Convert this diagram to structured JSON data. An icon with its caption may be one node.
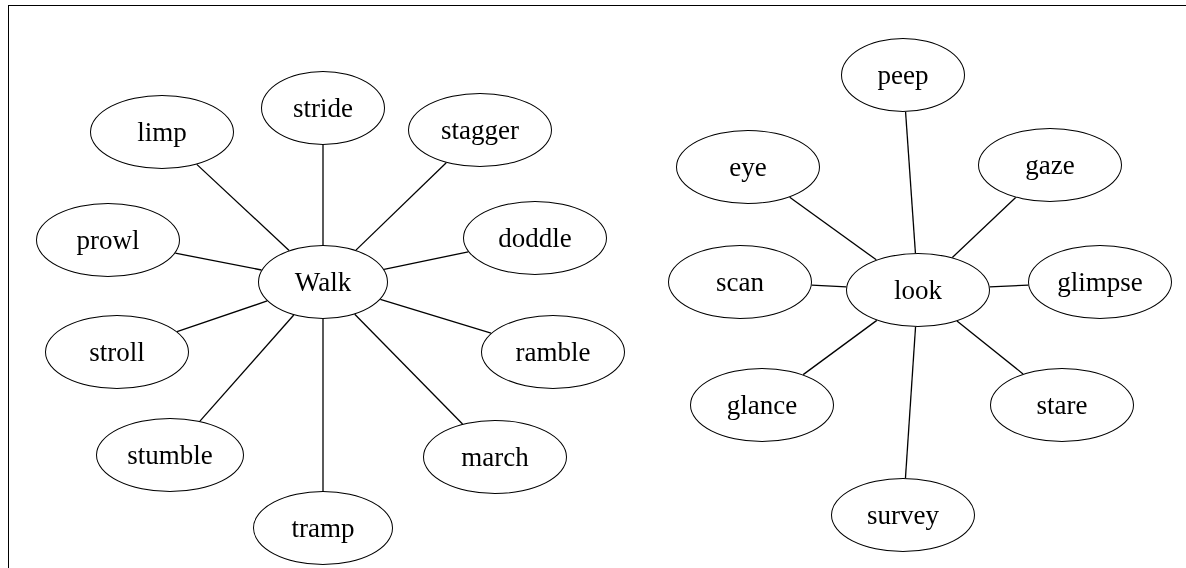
{
  "diagram": {
    "nodes": [
      {
        "text": [
          "Walk"
        ]
      },
      {
        "text": [
          "stride"
        ]
      },
      {
        "text": [
          "limp"
        ]
      },
      {
        "text": [
          "stagger"
        ]
      },
      {
        "text": [
          "prowl"
        ]
      },
      {
        "text": [
          "doddle"
        ]
      },
      {
        "text": [
          "stroll"
        ]
      },
      {
        "text": [
          "ramble"
        ]
      },
      {
        "text": [
          "stumble"
        ]
      },
      {
        "text": [
          "march"
        ]
      },
      {
        "text": [
          "tramp"
        ]
      },
      {
        "text": [
          "look"
        ]
      },
      {
        "text": [
          "peep"
        ]
      },
      {
        "text": [
          "eye"
        ]
      },
      {
        "text": [
          "gaze"
        ]
      },
      {
        "text": [
          "scan"
        ]
      },
      {
        "text": [
          "glimpse"
        ]
      },
      {
        "text": [
          "glance"
        ]
      },
      {
        "text": [
          "stare"
        ]
      },
      {
        "text": [
          "survey"
        ]
      }
    ],
    "edges": [
      {
        "from": 0,
        "to": 1,
        "arrow": "none"
      },
      {
        "from": 0,
        "to": 2,
        "arrow": "none"
      },
      {
        "from": 0,
        "to": 3,
        "arrow": "none"
      },
      {
        "from": 0,
        "to": 4,
        "arrow": "none"
      },
      {
        "from": 0,
        "to": 5,
        "arrow": "none"
      },
      {
        "from": 0,
        "to": 6,
        "arrow": "none"
      },
      {
        "from": 0,
        "to": 7,
        "arrow": "none"
      },
      {
        "from": 0,
        "to": 8,
        "arrow": "none"
      },
      {
        "from": 0,
        "to": 9,
        "arrow": "none"
      },
      {
        "from": 0,
        "to": 10,
        "arrow": "none"
      },
      {
        "from": 11,
        "to": 12,
        "arrow": "none"
      },
      {
        "from": 11,
        "to": 13,
        "arrow": "none"
      },
      {
        "from": 11,
        "to": 14,
        "arrow": "none"
      },
      {
        "from": 11,
        "to": 15,
        "arrow": "none"
      },
      {
        "from": 11,
        "to": 16,
        "arrow": "none"
      },
      {
        "from": 11,
        "to": 17,
        "arrow": "none"
      },
      {
        "from": 11,
        "to": 18,
        "arrow": "none"
      },
      {
        "from": 11,
        "to": 19,
        "arrow": "none"
      }
    ]
  }
}
